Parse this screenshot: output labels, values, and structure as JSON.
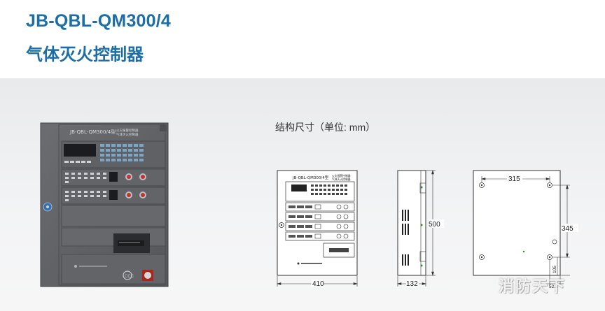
{
  "header": {
    "model": "JB-QBL-QM300/4",
    "product_name": "气体灭火控制器"
  },
  "device_photo": {
    "panel_label": "JB-QBL-QM300/4型",
    "panel_subtitle_1": "火灾报警控制器",
    "panel_subtitle_2": "气体灭火控制器"
  },
  "drawing": {
    "caption_main": "结构尺寸（单位",
    "caption_tail": ": mm）",
    "front_label": "JB-QBL-QM300/4型",
    "front_sub_1": "火灾报警控制器",
    "front_sub_2": "气体灭火控制器",
    "dim_width": "410",
    "dim_height": "500",
    "dim_depth": "132",
    "dim_hole_span_x": "315",
    "dim_hole_span_y": "345",
    "dim_bottom_offset": "105",
    "dim_side_offset": "52.5"
  },
  "watermark": "消防天下"
}
